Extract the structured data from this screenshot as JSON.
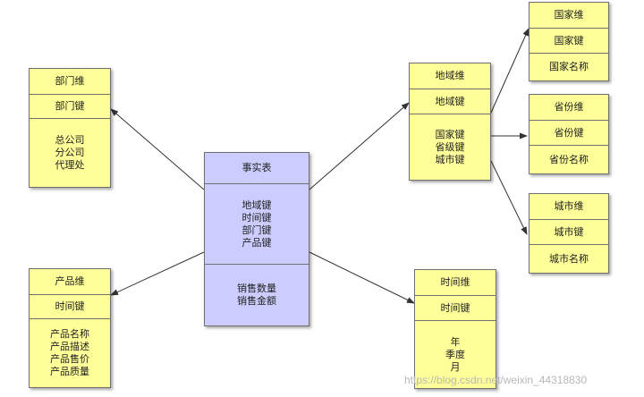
{
  "fact": {
    "title": "事实表",
    "keys": [
      "地域键",
      "时间键",
      "部门键",
      "产品键"
    ],
    "measures": [
      "销售数量",
      "销售金额"
    ]
  },
  "department": {
    "dim": "部门维",
    "key": "部门键",
    "attrs": [
      "总公司",
      "分公司",
      "代理处"
    ]
  },
  "product": {
    "dim": "产品维",
    "key": "时间键",
    "attrs": [
      "产品名称",
      "产品描述",
      "产品售价",
      "产品质量"
    ]
  },
  "region": {
    "dim": "地域维",
    "key": "地域键",
    "attrs": [
      "国家键",
      "省级键",
      "城市键"
    ]
  },
  "time": {
    "dim": "时间维",
    "key": "时间键",
    "attrs": [
      "年",
      "季度",
      "月"
    ]
  },
  "country": {
    "dim": "国家维",
    "key": "国家键",
    "attr": "国家名称"
  },
  "province": {
    "dim": "省份维",
    "key": "省份键",
    "attr": "省份名称"
  },
  "city": {
    "dim": "城市维",
    "key": "城市键",
    "attr": "城市名称"
  },
  "watermark": "https://blog.csdn.net/weixin_44318830",
  "colors": {
    "dimension_fill": "#ffff99",
    "fact_fill": "#ccccff",
    "border": "#6f6f6f",
    "arrow": "#333333"
  }
}
